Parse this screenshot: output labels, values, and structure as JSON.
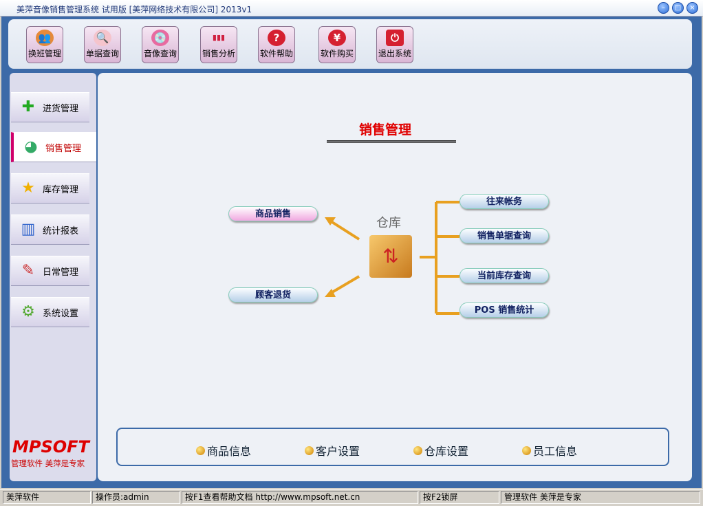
{
  "window": {
    "title": "美萍音像销售管理系统 试用版 [美萍网络技术有限公司] 2013v1"
  },
  "toolbar": [
    {
      "label": "换班管理",
      "icon": "👥"
    },
    {
      "label": "单据查询",
      "icon": "🔍"
    },
    {
      "label": "音像查询",
      "icon": "💿"
    },
    {
      "label": "销售分析",
      "icon": "▮▮▮"
    },
    {
      "label": "软件帮助",
      "icon": "?"
    },
    {
      "label": "软件购买",
      "icon": "¥"
    },
    {
      "label": "退出系统",
      "icon": "⏻"
    }
  ],
  "sidebar": {
    "items": [
      {
        "label": "进货管理",
        "icon": "✚"
      },
      {
        "label": "销售管理",
        "icon": "◕"
      },
      {
        "label": "库存管理",
        "icon": "★"
      },
      {
        "label": "统计报表",
        "icon": "▥"
      },
      {
        "label": "日常管理",
        "icon": "✎"
      },
      {
        "label": "系统设置",
        "icon": "⚙"
      }
    ],
    "logo": "MPSOFT",
    "slogan": "管理软件 美萍是专家"
  },
  "main": {
    "heading": "销售管理",
    "warehouse": "仓库",
    "left": [
      "商品销售",
      "顾客退货"
    ],
    "right": [
      "往来帐务",
      "销售单据查询",
      "当前库存查询",
      "POS 销售统计"
    ],
    "quick": [
      "商品信息",
      "客户设置",
      "仓库设置",
      "员工信息"
    ]
  },
  "status": [
    "美萍软件",
    "操作员:admin",
    "按F1查看帮助文档 http://www.mpsoft.net.cn",
    "按F2锁屏",
    "管理软件 美萍是专家"
  ]
}
